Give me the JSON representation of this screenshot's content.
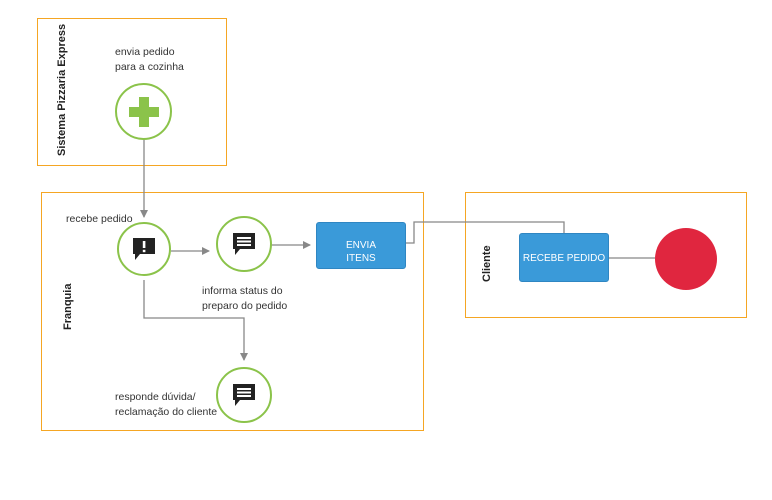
{
  "pools": {
    "sistema": {
      "label": "Sistema Pizzaria Express"
    },
    "franquia": {
      "label": "Franquia"
    },
    "cliente": {
      "label": "Cliente"
    }
  },
  "labels": {
    "envia_pedido_l1": "envia pedido",
    "envia_pedido_l2": "para a cozinha",
    "recebe_pedido": "recebe pedido",
    "informa_l1": "informa status do",
    "informa_l2": "preparo do pedido",
    "responde_l1": "responde dúvida/",
    "responde_l2": "reclamação do cliente"
  },
  "tasks": {
    "envia_itens_l1": "ENVIA",
    "envia_itens_l2": "ITENS",
    "recebe_pedido": "RECEBE PEDIDO"
  },
  "icons": {
    "start": "plus-icon",
    "intermediate": "message-exclamation-icon",
    "message": "message-lines-icon",
    "end": "end-event-circle"
  },
  "colors": {
    "pool_border": "#f5a623",
    "event_border": "#8bc34a",
    "start_plus": "#8bc34a",
    "task_fill": "#3a9ad9",
    "end_event": "#e0263f",
    "flow_line": "#888888"
  }
}
